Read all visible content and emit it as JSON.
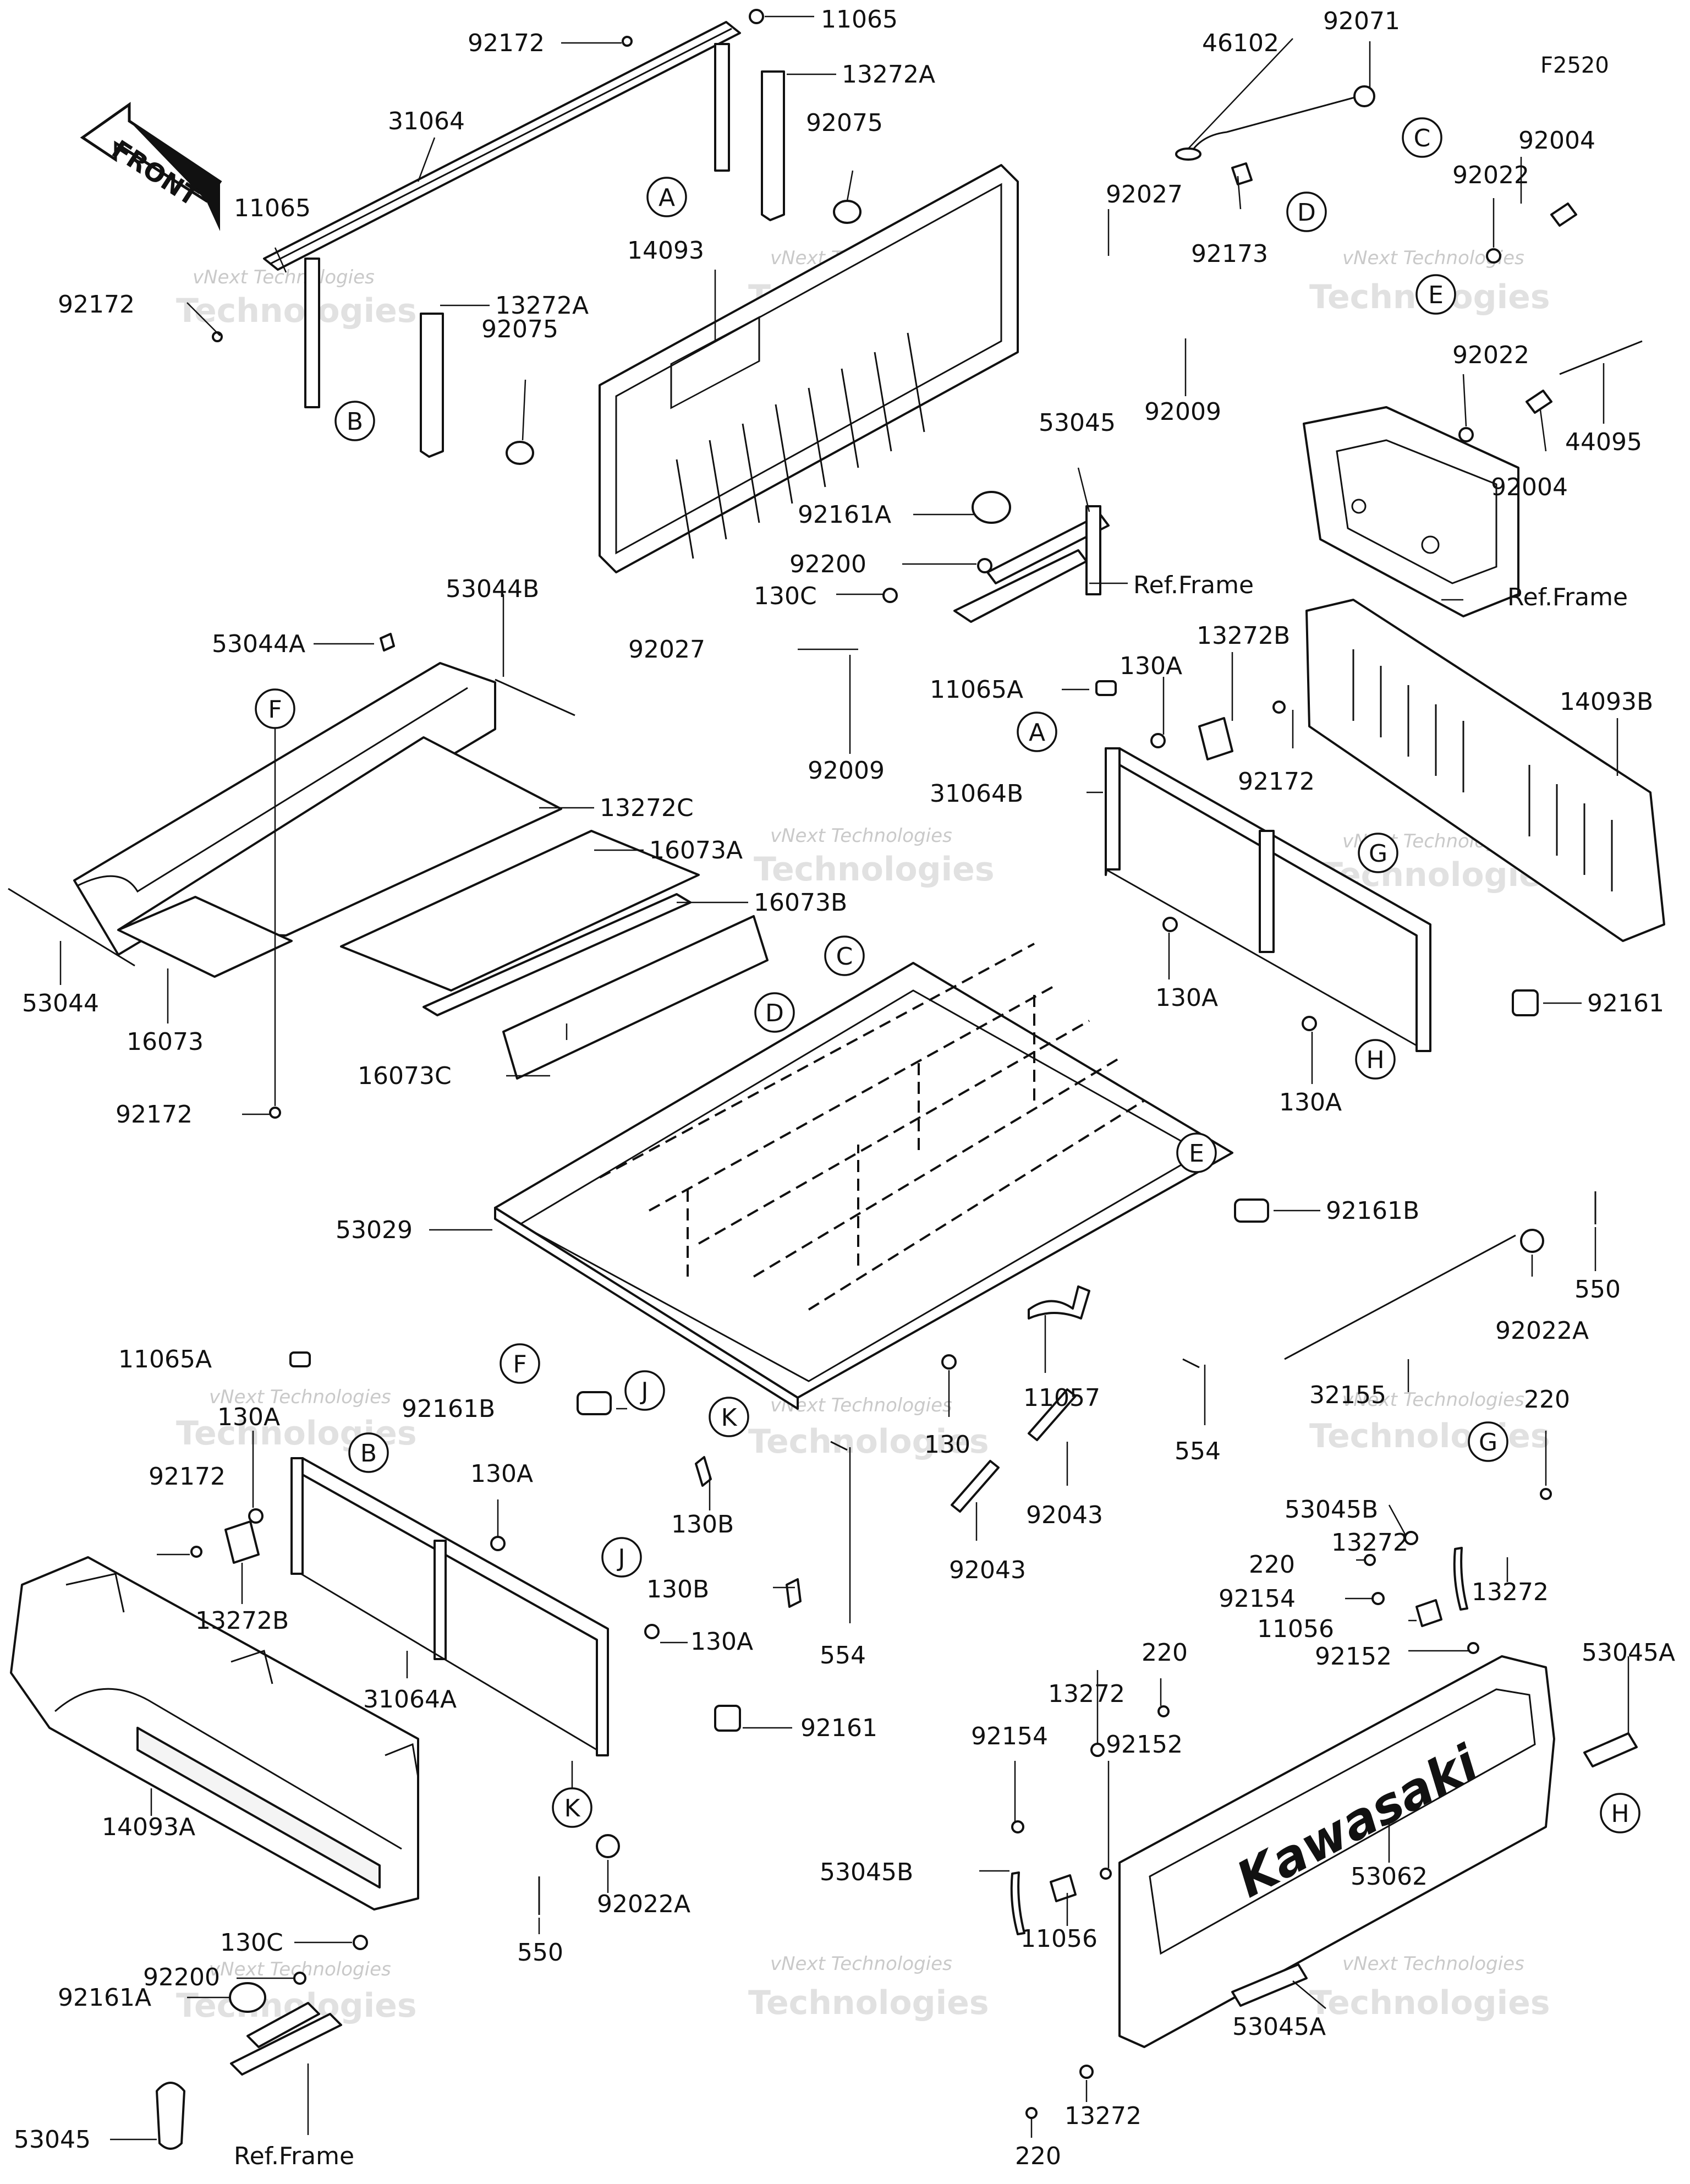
{
  "diagram_code": "F2520",
  "front_arrow": {
    "text": "FRONT"
  },
  "watermark": {
    "line1": "vNext Technologies",
    "line2": "Technologies"
  },
  "callouts": [
    "A",
    "B",
    "C",
    "D",
    "E",
    "F",
    "G",
    "H",
    "J",
    "K"
  ],
  "parts": {
    "p92172": "92172",
    "p11065": "11065",
    "p13272A": "13272A",
    "p31064": "31064",
    "p92075": "92075",
    "p46102": "46102",
    "p92071": "92071",
    "p92004": "92004",
    "p92022": "92022",
    "p92173": "92173",
    "p14093": "14093",
    "p92027": "92027",
    "p92009": "92009",
    "p44095": "44095",
    "p53045": "53045",
    "p92161A": "92161A",
    "p92200": "92200",
    "p130C": "130C",
    "ref_frame": "Ref.Frame",
    "p53044B": "53044B",
    "p53044A": "53044A",
    "p13272C": "13272C",
    "p16073A": "16073A",
    "p16073B": "16073B",
    "p53044": "53044",
    "p16073": "16073",
    "p16073C": "16073C",
    "p11065A": "11065A",
    "p130A": "130A",
    "p13272B": "13272B",
    "p14093B": "14093B",
    "p31064B": "31064B",
    "p92161": "92161",
    "p53029": "53029",
    "p92161B": "92161B",
    "p550": "550",
    "p92022A": "92022A",
    "p554": "554",
    "p11057": "11057",
    "p130": "130",
    "p92043": "92043",
    "p130B": "130B",
    "p32155": "32155",
    "p220": "220",
    "p53045B": "53045B",
    "p13272": "13272",
    "p92154": "92154",
    "p11056": "11056",
    "p92152": "92152",
    "p53045A": "53045A",
    "p31064A": "31064A",
    "p14093A": "14093A",
    "p53062": "53062",
    "tailgate_brand": "Kawasaki"
  }
}
